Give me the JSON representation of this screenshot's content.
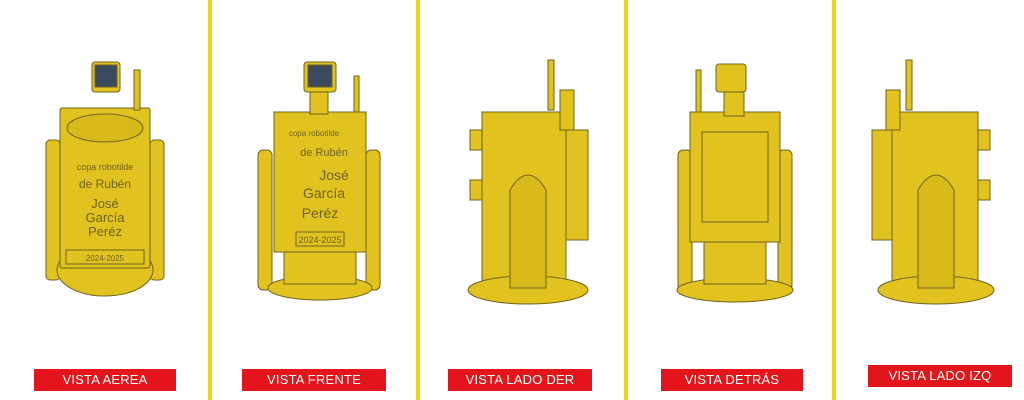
{
  "colors": {
    "body": "#e1c21e",
    "outline": "#6e6420",
    "label_bg": "#e3151b",
    "divider": "#f2d21b"
  },
  "views": [
    {
      "label": "VISTA AEREA"
    },
    {
      "label": "VISTA FRENTE"
    },
    {
      "label": "VISTA LADO DER"
    },
    {
      "label": "VISTA DETRÁS"
    },
    {
      "label": "VISTA LADO IZQ"
    }
  ],
  "engraving": {
    "line1": "copa robotilde",
    "line2": "de Rubén",
    "line3": "José",
    "line4": "García",
    "line5": "Peréz",
    "plate": "2024-2025"
  }
}
